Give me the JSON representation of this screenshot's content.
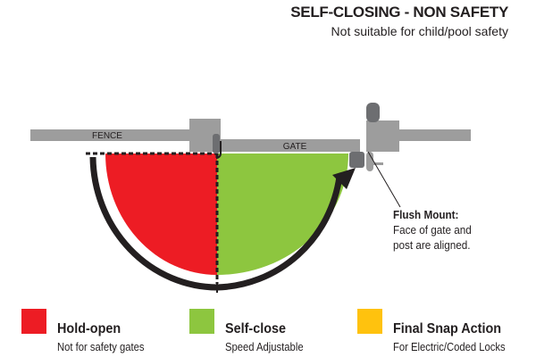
{
  "header": {
    "title": "SELF-CLOSING - NON SAFETY",
    "subtitle": "Not suitable for child/pool safety"
  },
  "diagram": {
    "fence_label": "FENCE",
    "gate_label": "GATE"
  },
  "callout": {
    "title": "Flush Mount:",
    "line1": "Face of gate and",
    "line2": "post are aligned."
  },
  "legend": [
    {
      "label": "Hold-open",
      "sub": "Not for safety gates",
      "color": "#ed1c24"
    },
    {
      "label": "Self-close",
      "sub": "Speed Adjustable",
      "color": "#8dc63f"
    },
    {
      "label": "Final Snap Action",
      "sub": "For Electric/Coded Locks",
      "color": "#ffc20e"
    }
  ]
}
